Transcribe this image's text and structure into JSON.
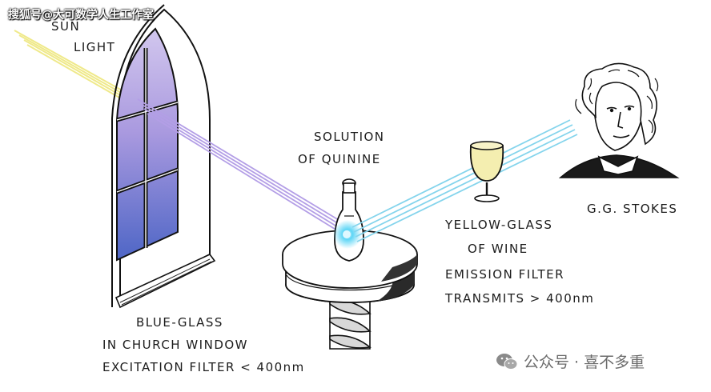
{
  "watermark_top": "搜狐号@大可数学人生工作室",
  "watermark_bottom": "公众号 · 喜不多重",
  "labels": {
    "sun_line1": "SUN",
    "sun_line2": "LIGHT",
    "solution_line1": "SOLUTION",
    "solution_line2": "OF QUININE",
    "stokes": "G.G. STOKES",
    "yellow_line1": "YELLOW-GLASS",
    "yellow_line2": "OF WINE",
    "yellow_line3": "EMISSION FILTER",
    "yellow_line4": "TRANSMITS > 400nm",
    "blue_line1": "BLUE-GLASS",
    "blue_line2": "IN CHURCH WINDOW",
    "blue_line3": "EXCITATION FILTER < 400nm"
  },
  "colors": {
    "sunlight": "#f2ef8a",
    "violet_beam": "#b7a3e6",
    "cyan_beam": "#7fd3ec",
    "glass_top": "#c9bde9",
    "glass_bottom": "#5a6fc9",
    "glow": "#35c6f0",
    "wine": "#f5efb0"
  }
}
